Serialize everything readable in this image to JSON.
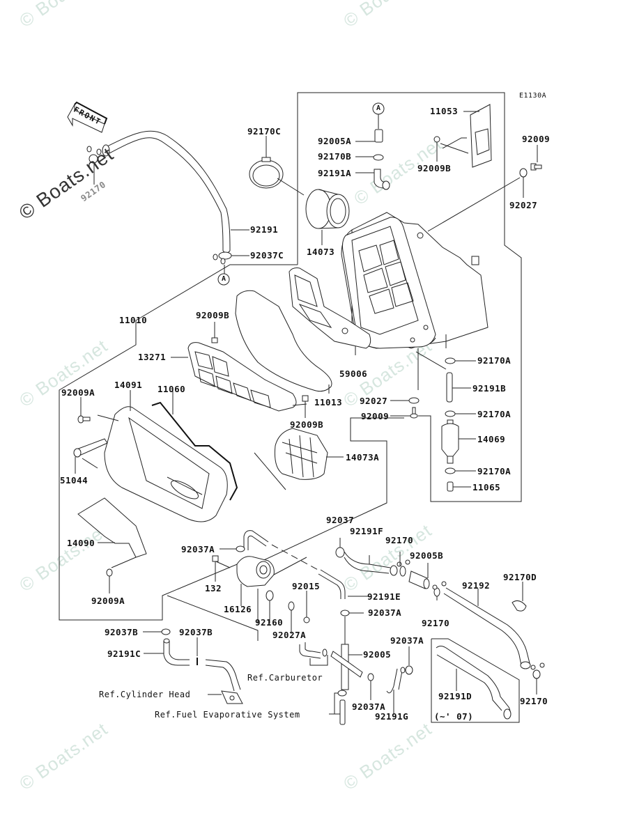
{
  "diagram": {
    "code": "E1130A",
    "front_label": "FRONT",
    "callout_marker": "A",
    "watermark": "© Boats.net",
    "watermark_dark": "© Boats.net"
  },
  "labels": {
    "p92170C": "92170C",
    "p92191": "92191",
    "p92037C": "92037C",
    "p92170_top": "92170",
    "p14073": "14073",
    "p92005A": "92005A",
    "p92170B": "92170B",
    "p92191A": "92191A",
    "p11053": "11053",
    "p92009B_top": "92009B",
    "p92009_top": "92009",
    "p92027_top": "92027",
    "p11010": "11010",
    "p92009B_mid": "92009B",
    "p13271": "13271",
    "p59006": "59006",
    "p11013": "11013",
    "p92009A_top": "92009A",
    "p14091": "14091",
    "p11060": "11060",
    "p92009B_low": "92009B",
    "p51044": "51044",
    "p14073A": "14073A",
    "p92170A_1": "92170A",
    "p92191B": "92191B",
    "p92027_mid": "92027",
    "p92009_mid": "92009",
    "p92170A_2": "92170A",
    "p14069": "14069",
    "p92170A_3": "92170A",
    "p11065": "11065",
    "p14090": "14090",
    "p92009A_low": "92009A",
    "p92037A_pump": "92037A",
    "p132": "132",
    "p16126": "16126",
    "p92160": "92160",
    "p92015": "92015",
    "p92027A": "92027A",
    "p92037": "92037",
    "p92191F": "92191F",
    "p92170_a": "92170",
    "p92005B": "92005B",
    "p92191E": "92191E",
    "p92037A_b": "92037A",
    "p92170_b": "92170",
    "p92192": "92192",
    "p92170D": "92170D",
    "p92037B_a": "92037B",
    "p92037B_b": "92037B",
    "p92191C": "92191C",
    "p92005": "92005",
    "p92037A_c": "92037A",
    "p92037A_d": "92037A",
    "p92191G": "92191G",
    "p92191D": "92191D",
    "p92191D_note": "(~' 07)",
    "p92170_c": "92170",
    "ref_carburetor": "Ref.Carburetor",
    "ref_cylinder_head": "Ref.Cylinder Head",
    "ref_fuel_evap": "Ref.Fuel Evaporative System"
  }
}
